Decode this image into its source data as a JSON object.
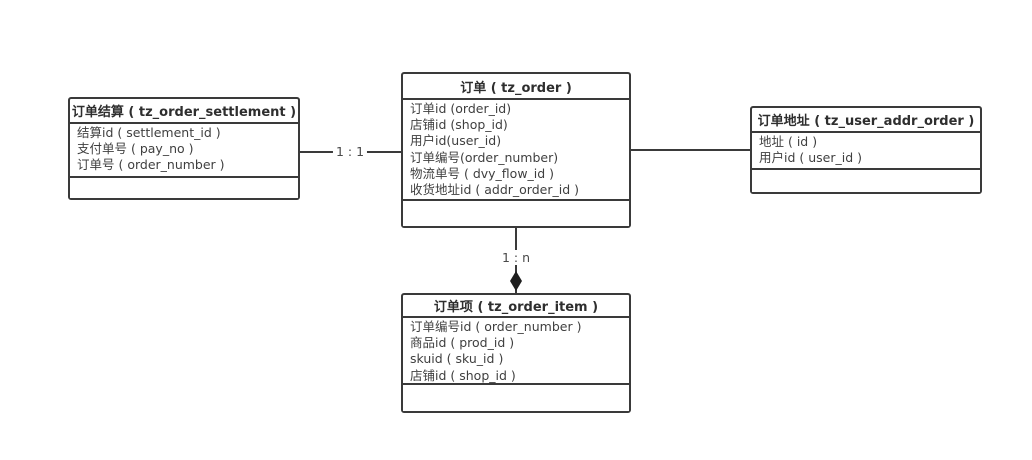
{
  "entities": [
    {
      "id": "tz_order_settlement",
      "title": "订单结算 ( tz_order_settlement )",
      "fields": [
        "结算id ( settlement_id )",
        "支付单号 ( pay_no )",
        "订单号 ( order_number )"
      ]
    },
    {
      "id": "tz_order",
      "title": "订单 ( tz_order )",
      "fields": [
        "订单id (order_id)",
        "店铺id (shop_id)",
        "用户id(user_id)",
        "订单编号(order_number)",
        "物流单号 ( dvy_flow_id )",
        "收货地址id ( addr_order_id )"
      ]
    },
    {
      "id": "tz_user_addr_order",
      "title": "订单地址 ( tz_user_addr_order )",
      "fields": [
        "地址 ( id )",
        "用户id ( user_id )"
      ]
    },
    {
      "id": "tz_order_item",
      "title": "订单项 ( tz_order_item )",
      "fields": [
        "订单编号id ( order_number )",
        "商品id ( prod_id )",
        "skuid ( sku_id )",
        "店铺id ( shop_id )"
      ]
    }
  ],
  "connections": [
    {
      "from": "tz_order_settlement",
      "to": "tz_order",
      "label": "1 : 1",
      "style": "plain-line"
    },
    {
      "from": "tz_order",
      "to": "tz_user_addr_order",
      "label": "",
      "style": "plain-line"
    },
    {
      "from": "tz_order",
      "to": "tz_order_item",
      "label": "1 : n",
      "style": "filled-diamond-arrow"
    }
  ],
  "colors": {
    "line": "#3a3a3a",
    "text": "#3f3f3f",
    "background": "#ffffff"
  }
}
